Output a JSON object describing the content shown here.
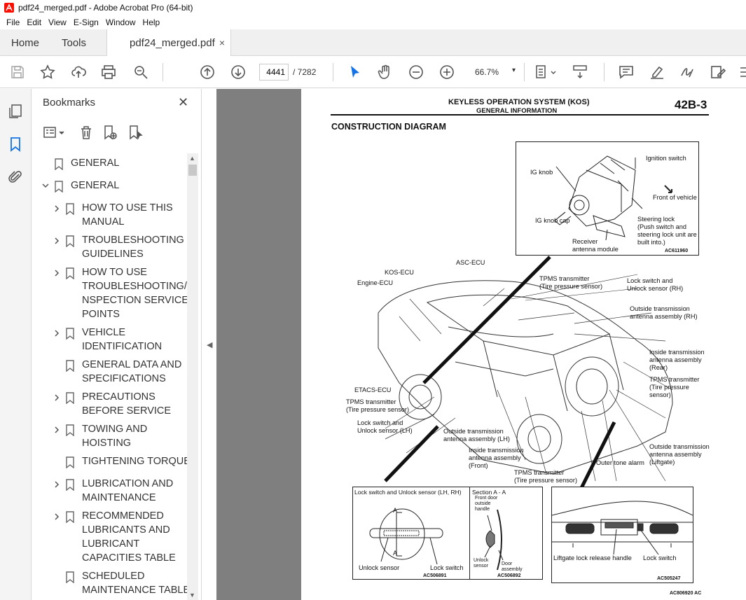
{
  "window": {
    "title": "pdf24_merged.pdf - Adobe Acrobat Pro (64-bit)"
  },
  "menu": [
    "File",
    "Edit",
    "View",
    "E-Sign",
    "Window",
    "Help"
  ],
  "tabs": {
    "home": "Home",
    "tools": "Tools",
    "document": "pdf24_merged.pdf",
    "close_glyph": "×"
  },
  "toolbar": {
    "page_current": "4441",
    "page_total": "/ 7282",
    "zoom": "66.7%",
    "zoom_chevron": "▾",
    "icons": [
      "save-icon",
      "bookmark-star-icon",
      "upload-icon",
      "print-icon",
      "zoom-search-icon",
      "page-up-icon",
      "page-down-icon",
      "select-cursor-icon",
      "hand-icon",
      "zoom-out-icon",
      "zoom-in-icon",
      "fit-page-icon",
      "scroll-mode-icon",
      "comment-icon",
      "highlight-icon",
      "sign-icon",
      "edit-pdf-icon"
    ]
  },
  "bookmarks": {
    "title": "Bookmarks",
    "close": "✕",
    "items": [
      {
        "label": "GENERAL",
        "level": 0,
        "chevron": ""
      },
      {
        "label": "GENERAL",
        "level": 0,
        "chevron": "expanded"
      },
      {
        "label": "HOW TO USE THIS\nMANUAL",
        "level": 1,
        "chevron": "collapsed"
      },
      {
        "label": "TROUBLESHOOTING\nGUIDELINES",
        "level": 1,
        "chevron": "collapsed"
      },
      {
        "label": "HOW TO USE\nTROUBLESHOOTING/I\nNSPECTION SERVICE\nPOINTS",
        "level": 1,
        "chevron": "collapsed"
      },
      {
        "label": "VEHICLE\nIDENTIFICATION",
        "level": 1,
        "chevron": "collapsed"
      },
      {
        "label": "GENERAL DATA AND\nSPECIFICATIONS",
        "level": 1,
        "chevron": ""
      },
      {
        "label": "PRECAUTIONS\nBEFORE SERVICE",
        "level": 1,
        "chevron": "collapsed"
      },
      {
        "label": "TOWING AND\nHOISTING",
        "level": 1,
        "chevron": "collapsed"
      },
      {
        "label": "TIGHTENING TORQUE",
        "level": 1,
        "chevron": ""
      },
      {
        "label": "LUBRICATION AND\nMAINTENANCE",
        "level": 1,
        "chevron": "collapsed"
      },
      {
        "label": "RECOMMENDED\nLUBRICANTS AND\nLUBRICANT\nCAPACITIES TABLE",
        "level": 1,
        "chevron": "collapsed"
      },
      {
        "label": "SCHEDULED\nMAINTENANCE TABLE",
        "level": 1,
        "chevron": ""
      }
    ]
  },
  "page": {
    "header_title": "KEYLESS OPERATION SYSTEM (KOS)",
    "header_subtitle": "GENERAL INFORMATION",
    "page_number": "42B-3",
    "section_title": "CONSTRUCTION DIAGRAM",
    "top_inset": {
      "labels": {
        "ignition_switch": "Ignition switch",
        "ig_knob": "IG knob",
        "front_of_vehicle": "Front of vehicle",
        "steering_lock": "Steering lock\n(Push switch and\nsteering lock unit are\nbuilt into.)",
        "ig_knob_cap": "IG knob cap",
        "receiver": "Receiver\nantenna module",
        "code": "AC611960"
      }
    },
    "car_labels": {
      "asc_ecu": "ASC-ECU",
      "kos_ecu": "KOS-ECU",
      "engine_ecu": "Engine-ECU",
      "tpms_top": "TPMS transmitter\n(Tire pressure sensor)",
      "lock_rh": "Lock switch and\nUnlock sensor (RH)",
      "outside_rh": "Outside transmission\nantenna assembly (RH)",
      "inside_rear": "Inside transmission\nantenna assembly\n(Rear)",
      "tpms_right": "TPMS transmitter\n(Tire pressure\nsensor)",
      "etacs": "ETACS-ECU",
      "tpms_left": "TPMS transmitter\n(Tire pressure sensor)",
      "lock_lh": "Lock switch and\nUnlock sensor (LH)",
      "outside_lh": "Outside transmission\nantenna assembly (LH)",
      "inside_front": "Inside transmission\nantenna assembly\n(Front)",
      "outside_liftgate": "Outside transmission\nantenna assembly\n(Liftgate)",
      "outer_tone": "Outer tone alarm",
      "tpms_bottom": "TPMS transmitter\n(Tire pressure sensor)"
    },
    "bottom_left_inset": {
      "title": "Lock switch and Unlock sensor (LH, RH)",
      "a_top": "A",
      "a_bottom": "A",
      "unlock": "Unlock sensor",
      "lock": "Lock switch",
      "code": "AC506891"
    },
    "section_inset": {
      "title": "Section A - A",
      "front_door": "Front door\noutside\nhandle",
      "unlock": "Unlock\nsensor",
      "door": "Door\nassembly",
      "code": "AC506892"
    },
    "bottom_right_inset": {
      "liftgate": "Liftgate lock release handle",
      "lock": "Lock switch",
      "code": "AC505247"
    },
    "figure_code": "AC806920 AC"
  },
  "colors": {
    "accent_blue": "#1473e6",
    "icon_grey": "#5a5a5a",
    "doc_bg": "#7f7f7f"
  }
}
